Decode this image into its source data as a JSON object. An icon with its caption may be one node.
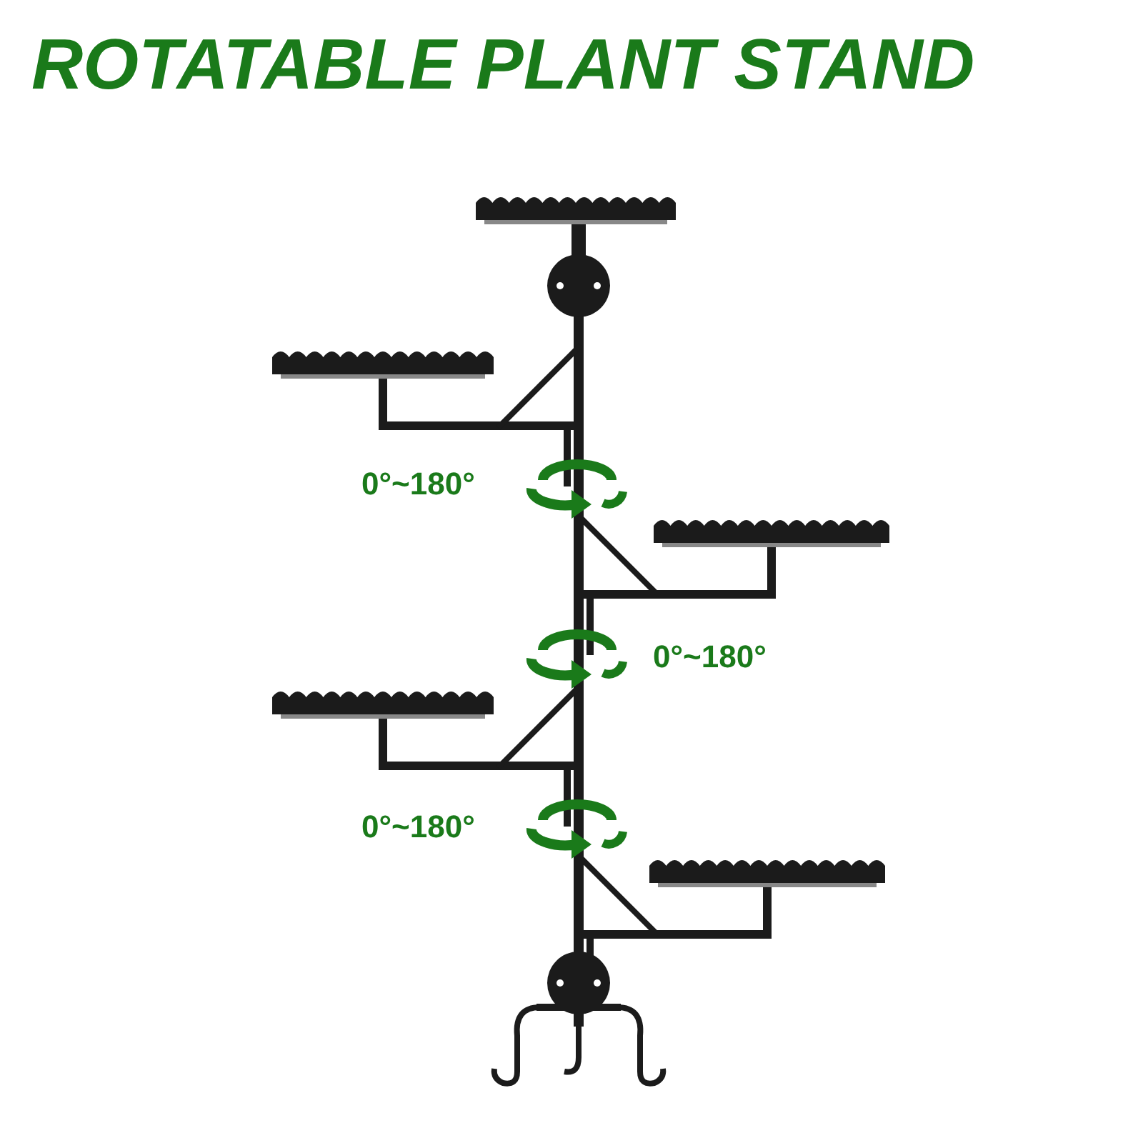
{
  "diagram": {
    "title": "ROTATABLE PLANT STAND",
    "labels": [
      "0°~180°",
      "0°~180°",
      "0°~180°"
    ]
  }
}
